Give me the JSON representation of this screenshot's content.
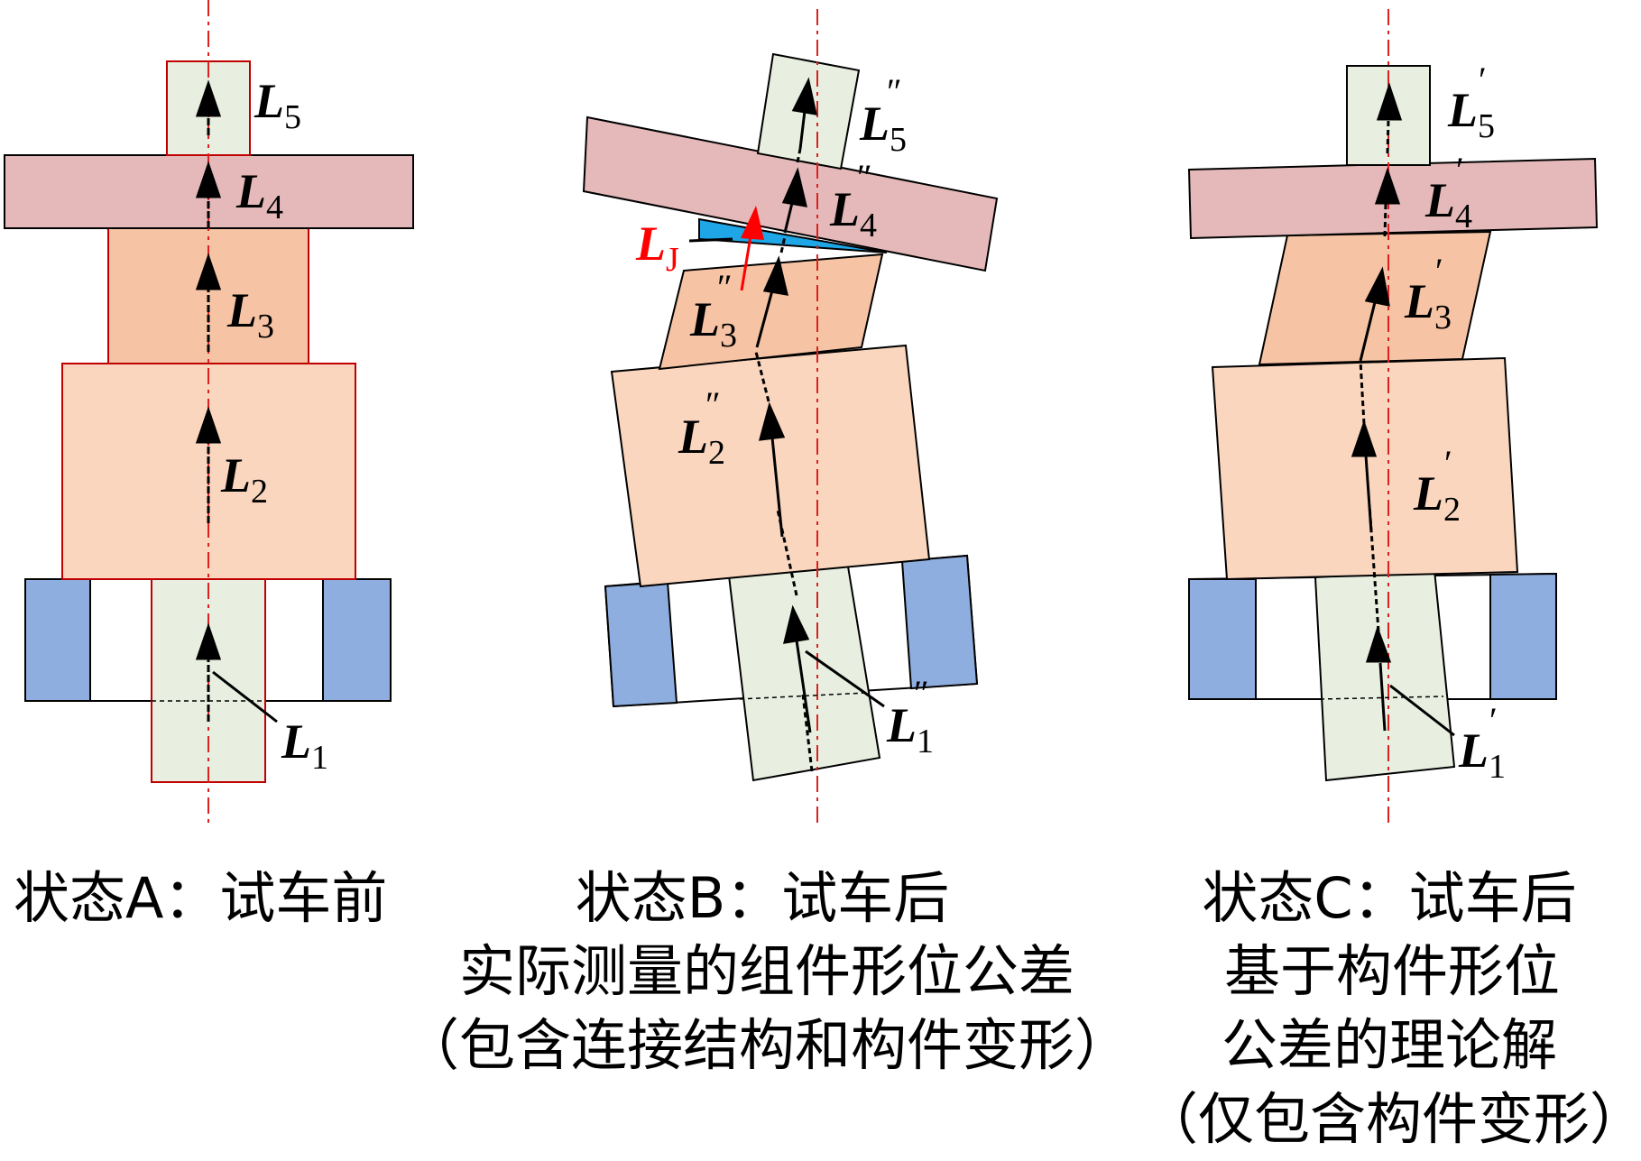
{
  "colors": {
    "green": "#e8efe0",
    "pink": "#e5b9b9",
    "orange": "#f6c4a4",
    "peach": "#fad6bf",
    "blue": "#8eaee0",
    "cyan": "#1ea6e6",
    "dashdot": "#dc2020",
    "red_arrow": "#ff0000"
  },
  "state_a": {
    "labels": {
      "L5": {
        "base": "L",
        "sub": "5",
        "prime": ""
      },
      "L4": {
        "base": "L",
        "sub": "4",
        "prime": ""
      },
      "L3": {
        "base": "L",
        "sub": "3",
        "prime": ""
      },
      "L2": {
        "base": "L",
        "sub": "2",
        "prime": ""
      },
      "L1": {
        "base": "L",
        "sub": "1",
        "prime": ""
      }
    },
    "caption": [
      "状态A：试车前"
    ]
  },
  "state_b": {
    "labels": {
      "L5": {
        "base": "L",
        "sub": "5",
        "prime": "″"
      },
      "L4": {
        "base": "L",
        "sub": "4",
        "prime": "″"
      },
      "LJ": {
        "base": "L",
        "sub": "J",
        "prime": ""
      },
      "L3": {
        "base": "L",
        "sub": "3",
        "prime": "″"
      },
      "L2": {
        "base": "L",
        "sub": "2",
        "prime": "″"
      },
      "L1": {
        "base": "L",
        "sub": "1",
        "prime": "″"
      }
    },
    "caption": [
      "状态B：试车后",
      "实际测量的组件形位公差",
      "（包含连接结构和构件变形）"
    ]
  },
  "state_c": {
    "labels": {
      "L5": {
        "base": "L",
        "sub": "5",
        "prime": "′"
      },
      "L4": {
        "base": "L",
        "sub": "4",
        "prime": "′"
      },
      "L3": {
        "base": "L",
        "sub": "3",
        "prime": "′"
      },
      "L2": {
        "base": "L",
        "sub": "2",
        "prime": "′"
      },
      "L1": {
        "base": "L",
        "sub": "1",
        "prime": "′"
      }
    },
    "caption": [
      "状态C：试车后",
      "基于构件形位",
      "公差的理论解",
      "（仅包含构件变形）"
    ]
  }
}
